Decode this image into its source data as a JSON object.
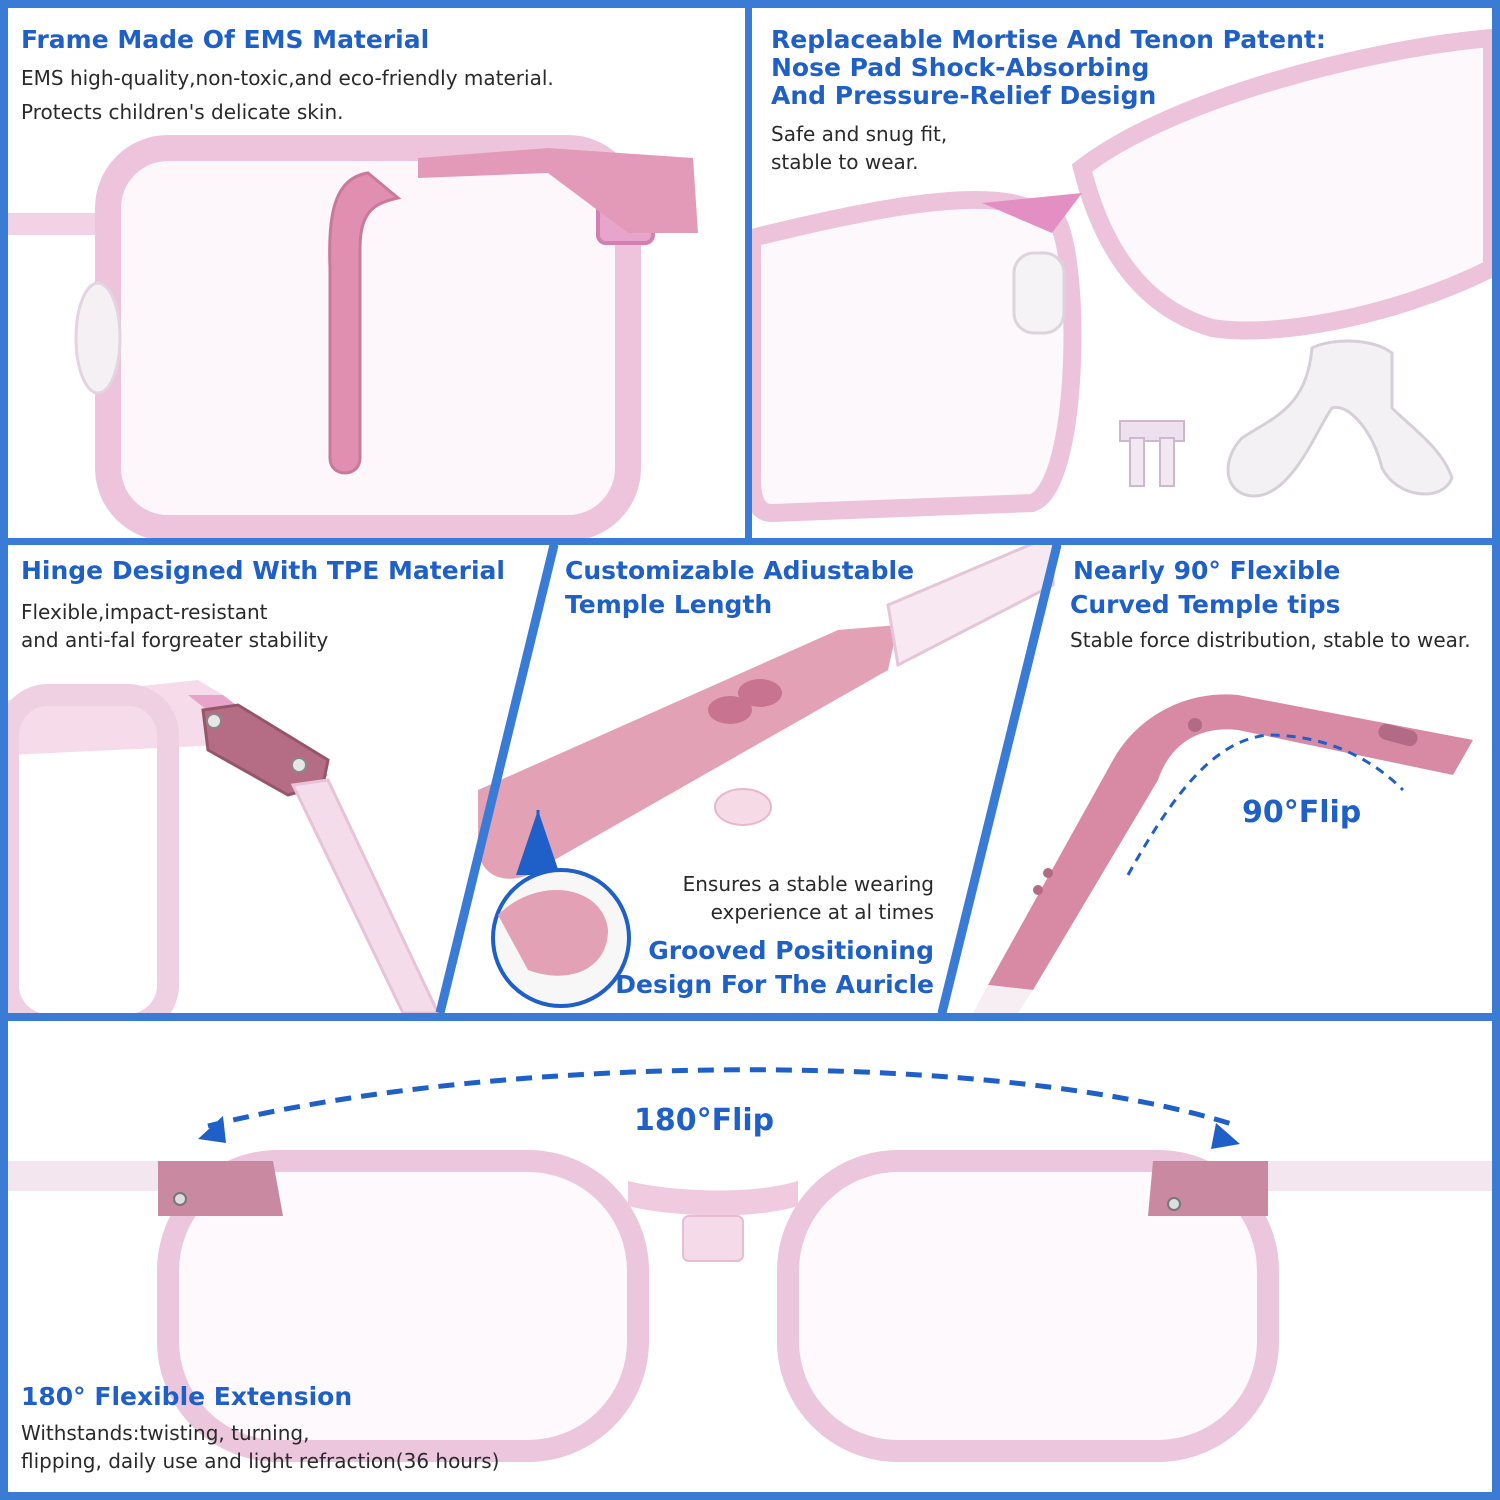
{
  "colors": {
    "accent": "#1f5fc8",
    "border": "#3a7bd5",
    "frame_pink": "#e9b8d3",
    "rubber_pink": "#d98aa5"
  },
  "panel1": {
    "title": "Frame Made Of EMS Material",
    "line1": "EMS high-quality,non-toxic,and eco-friendly material.",
    "line2": "Protects children's delicate skin."
  },
  "panel2": {
    "title1": "Replaceable Mortise And Tenon Patent:",
    "title2": "Nose Pad Shock-Absorbing",
    "title3": "And Pressure-Relief Design",
    "line1": "Safe and snug fit,",
    "line2": "stable to wear."
  },
  "panel3": {
    "title": "Hinge Designed With TPE Material",
    "line1": "Flexible,impact-resistant",
    "line2": "and anti-fal forgreater stability"
  },
  "panel4": {
    "title1": "Customizable Adiustable",
    "title2": "Temple Length",
    "line1": "Ensures a stable wearing",
    "line2": "experience at al times",
    "sub1": "Grooved Positioning",
    "sub2": "Design For The Auricle"
  },
  "panel5": {
    "title1": "Nearly 90° Flexible",
    "title2": "Curved Temple tips",
    "line1": "Stable force distribution, stable to wear.",
    "flip_label": "90°Flip"
  },
  "panel6": {
    "flip_label": "180°Flip",
    "title": "180° Flexible Extension",
    "line1": "Withstands:twisting, turning,",
    "line2": "flipping, daily use and light refraction(36 hours)"
  }
}
